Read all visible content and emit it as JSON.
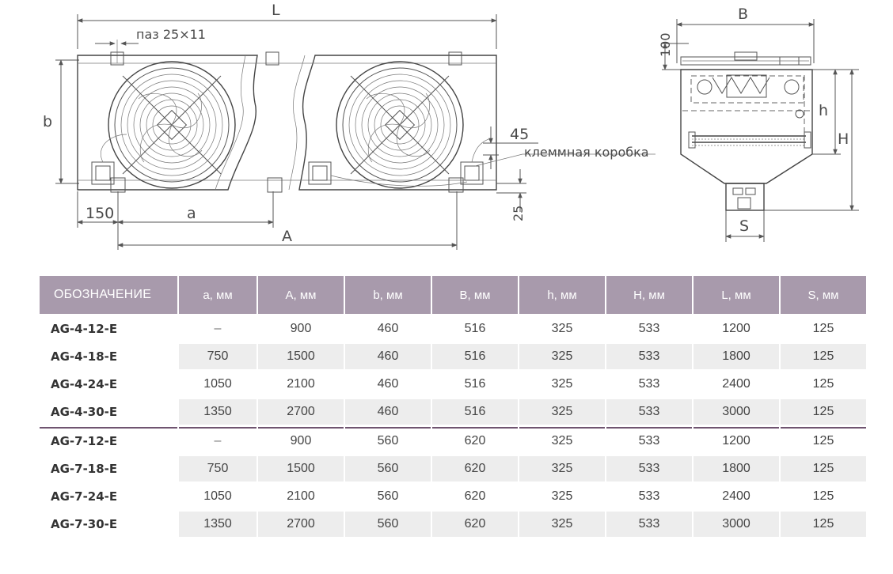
{
  "drawing": {
    "labels": {
      "L": "L",
      "b": "b",
      "slot": "паз 25×11",
      "dim45": "45",
      "terminal_box": "клеммная коробка",
      "dim150": "150",
      "a": "a",
      "A": "A",
      "dim25": "25",
      "B": "B",
      "dim100": "100",
      "h": "h",
      "H": "H",
      "S": "S"
    }
  },
  "table": {
    "headers": [
      "ОБОЗНАЧЕНИЕ",
      "a, мм",
      "A, мм",
      "b, мм",
      "B, мм",
      "h, мм",
      "H, мм",
      "L, мм",
      "S, мм"
    ],
    "rows": [
      [
        "AG-4-12-E",
        "–",
        "900",
        "460",
        "516",
        "325",
        "533",
        "1200",
        "125"
      ],
      [
        "AG-4-18-E",
        "750",
        "1500",
        "460",
        "516",
        "325",
        "533",
        "1800",
        "125"
      ],
      [
        "AG-4-24-E",
        "1050",
        "2100",
        "460",
        "516",
        "325",
        "533",
        "2400",
        "125"
      ],
      [
        "AG-4-30-E",
        "1350",
        "2700",
        "460",
        "516",
        "325",
        "533",
        "3000",
        "125"
      ],
      [
        "AG-7-12-E",
        "–",
        "900",
        "560",
        "620",
        "325",
        "533",
        "1200",
        "125"
      ],
      [
        "AG-7-18-E",
        "750",
        "1500",
        "560",
        "620",
        "325",
        "533",
        "1800",
        "125"
      ],
      [
        "AG-7-24-E",
        "1050",
        "2100",
        "560",
        "620",
        "325",
        "533",
        "2400",
        "125"
      ],
      [
        "AG-7-30-E",
        "1350",
        "2700",
        "560",
        "620",
        "325",
        "533",
        "3000",
        "125"
      ]
    ]
  }
}
